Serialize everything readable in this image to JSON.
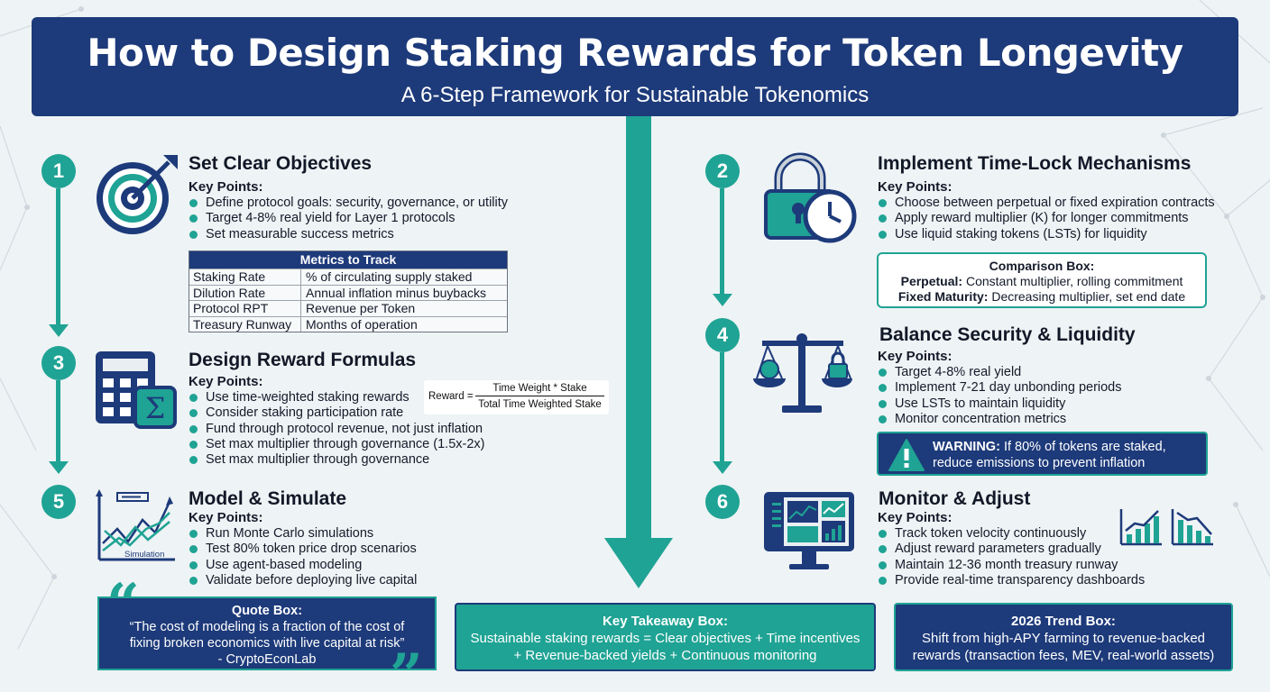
{
  "header": {
    "title": "How to Design Staking Rewards for Token Longevity",
    "subtitle": "A 6-Step Framework for Sustainable Tokenomics"
  },
  "colors": {
    "navy": "#1d3a7a",
    "teal": "#1fa394",
    "background": "#eef3f5"
  },
  "steps": [
    {
      "number": "1",
      "icon": "target-icon",
      "title": "Set Clear Objectives",
      "key_points_label": "Key Points:",
      "points": [
        "Define protocol goals: security, governance, or utility",
        "Target 4-8% real yield for Layer 1 protocols",
        "Set measurable success metrics"
      ],
      "metrics_table": {
        "title": "Metrics to Track",
        "rows": [
          [
            "Staking Rate",
            "% of circulating supply staked"
          ],
          [
            "Dilution Rate",
            "Annual inflation minus buybacks"
          ],
          [
            "Protocol RPT",
            "Revenue per Token"
          ],
          [
            "Treasury Runway",
            "Months of operation"
          ]
        ]
      }
    },
    {
      "number": "2",
      "icon": "padlock-clock-icon",
      "title": "Implement Time-Lock Mechanisms",
      "key_points_label": "Key Points:",
      "points": [
        "Choose between perpetual or fixed expiration contracts",
        "Apply reward multiplier (K) for longer commitments",
        "Use liquid staking tokens (LSTs) for liquidity"
      ],
      "comparison": {
        "title": "Comparison Box:",
        "lines": [
          {
            "label": "Perpetual:",
            "text": " Constant multiplier, rolling commitment"
          },
          {
            "label": "Fixed Maturity:",
            "text": " Decreasing multiplier, set end date"
          }
        ]
      }
    },
    {
      "number": "3",
      "icon": "calculator-sigma-icon",
      "title": "Design Reward Formulas",
      "key_points_label": "Key Points:",
      "points": [
        "Use time-weighted staking rewards",
        "Consider staking participation rate",
        "Fund through protocol revenue, not just inflation",
        "Set max multiplier through governance (1.5x-2x)",
        "Set max multiplier through governance"
      ],
      "formula": {
        "label": "Reward =",
        "numerator": "Time Weight * Stake",
        "denominator": "Total Time Weighted Stake"
      }
    },
    {
      "number": "4",
      "icon": "balance-scale-icon",
      "title": "Balance Security & Liquidity",
      "key_points_label": "Key Points:",
      "points": [
        "Target 4-8% real yield",
        "Implement 7-21 day unbonding periods",
        "Use LSTs to maintain liquidity",
        "Monitor concentration metrics"
      ],
      "warning": {
        "label": "WARNING:",
        "line1": " If 80% of tokens are staked,",
        "line2": "reduce emissions to prevent inflation"
      }
    },
    {
      "number": "5",
      "icon": "simulation-chart-icon",
      "icon_label": "Simulation",
      "title": "Model & Simulate",
      "key_points_label": "Key Points:",
      "points": [
        "Run Monte Carlo simulations",
        "Test 80% token price drop scenarios",
        "Use agent-based modeling",
        "Validate before deploying live capital"
      ]
    },
    {
      "number": "6",
      "icon": "monitor-dashboard-icon",
      "title": "Monitor & Adjust",
      "key_points_label": "Key Points:",
      "points": [
        "Track token velocity continuously",
        "Adjust reward parameters gradually",
        "Maintain 12-36 month treasury runway",
        "Provide real-time transparency dashboards"
      ]
    }
  ],
  "quote_box": {
    "title": "Quote Box:",
    "line1": "“The cost of modeling is a fraction of the cost of",
    "line2": "fixing broken economics with live capital at risk”",
    "attribution": "- CryptoEconLab"
  },
  "key_takeaway_box": {
    "title": "Key Takeaway Box:",
    "line1": "Sustainable staking rewards = Clear objectives + Time incentives",
    "line2": "+ Revenue-backed yields + Continuous monitoring"
  },
  "trend_box": {
    "title": "2026 Trend Box:",
    "line1": "Shift from high-APY farming to revenue-backed",
    "line2": "rewards (transaction fees, MEV, real-world assets)"
  }
}
